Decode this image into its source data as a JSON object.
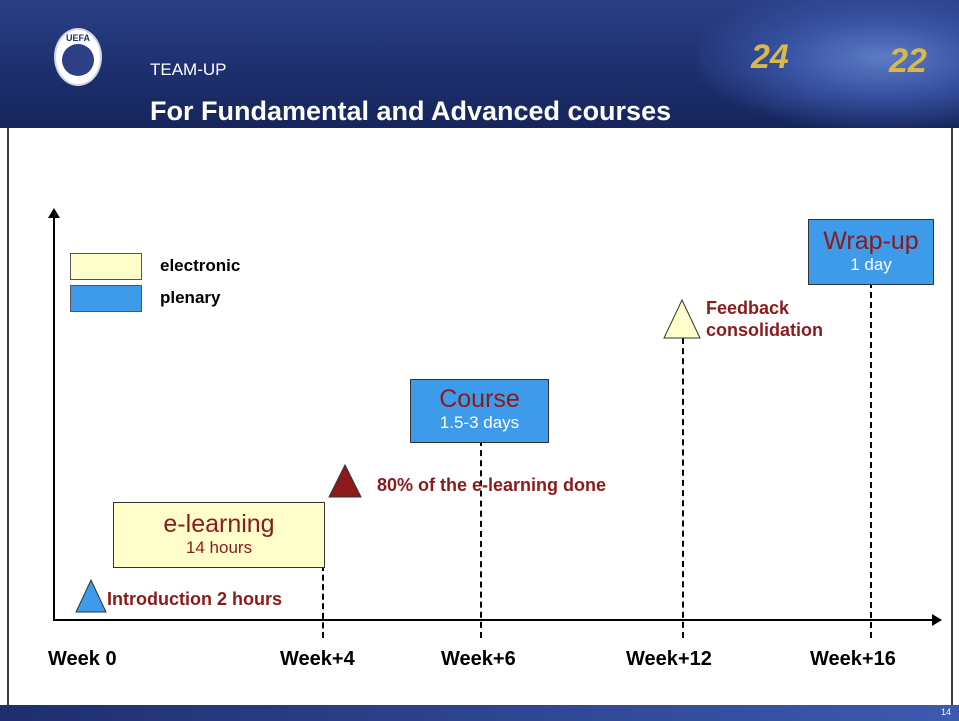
{
  "header": {
    "logo_text": "UEFA",
    "subtitle": "TEAM-UP",
    "title": "For Fundamental and Advanced courses"
  },
  "legend": {
    "electronic": "electronic",
    "plenary": "plenary"
  },
  "timeline": {
    "ticks": [
      "Week 0",
      "Week+4",
      "Week+6",
      "Week+12",
      "Week+16"
    ],
    "elearning": {
      "title": "e-learning",
      "duration": "14 hours"
    },
    "course": {
      "title": "Course",
      "duration": "1.5-3 days"
    },
    "wrapup": {
      "title": "Wrap-up",
      "duration": "1 day"
    },
    "introduction": "Introduction 2 hours",
    "milestone": "80% of the e-learning done",
    "feedback_line1": "Feedback",
    "feedback_line2": "consolidation"
  },
  "footer": {
    "page_number": "14"
  },
  "colors": {
    "electronic": "#ffffcc",
    "plenary": "#3d9bea",
    "accent_text": "#8b1a1a",
    "milestone_triangle": "#8b1a1a",
    "header": "#1d2f6e"
  }
}
